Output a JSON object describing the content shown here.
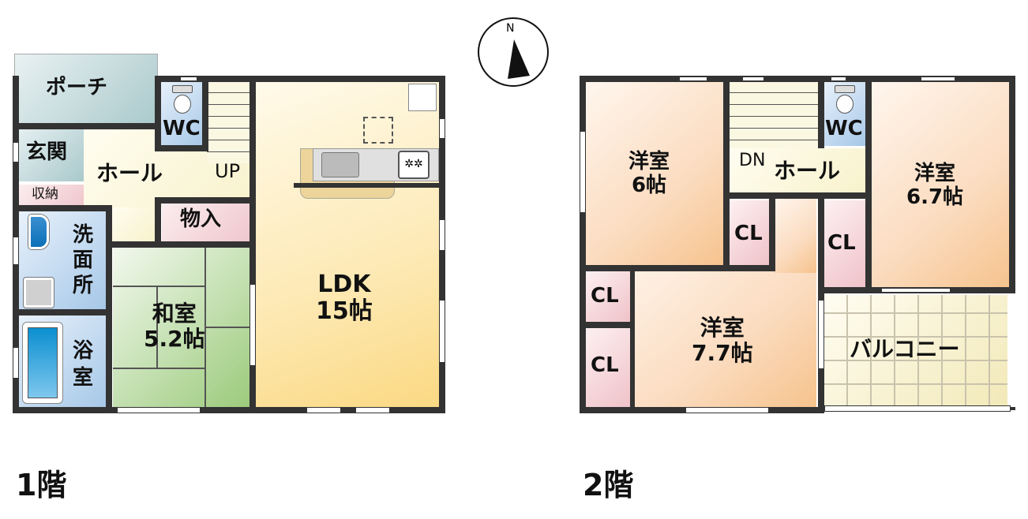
{
  "compass": {
    "label": "N"
  },
  "floor1": {
    "title": "1階",
    "rooms": {
      "porch": "ポーチ",
      "genkan": "玄関",
      "storage": "収納",
      "hall": "ホール",
      "wc": "WC",
      "stairs_up": "UP",
      "closet": "物入",
      "washroom": "洗\n面\n所",
      "washroom_chars": [
        "洗",
        "面",
        "所"
      ],
      "bath_chars": [
        "浴",
        "室"
      ],
      "washitsu_name": "和室",
      "washitsu_size": "5.2帖",
      "ldk_name": "LDK",
      "ldk_size": "15帖"
    }
  },
  "floor2": {
    "title": "2階",
    "rooms": {
      "western1_name": "洋室",
      "western1_size": "6帖",
      "western2_name": "洋室",
      "western2_size": "6.7帖",
      "western3_name": "洋室",
      "western3_size": "7.7帖",
      "hall": "ホール",
      "stairs_down": "DN",
      "wc": "WC",
      "cl1": "CL",
      "cl2": "CL",
      "cl3": "CL",
      "cl4": "CL",
      "balcony": "バルコニー"
    }
  },
  "colors": {
    "wall": "#333333",
    "ldk": "#fde9b4",
    "western": "#fbdcc0",
    "tatami": "#9ccb7c",
    "water": "#a6c8e8",
    "closet": "#efc2c8"
  }
}
